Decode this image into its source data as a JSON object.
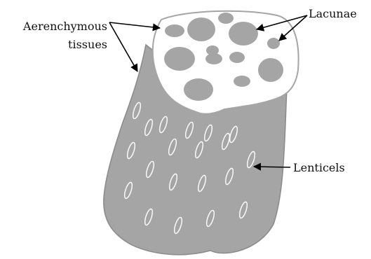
{
  "labels": {
    "aerenchyma_line1": "Aerenchymous",
    "aerenchyma_line2": "tissues",
    "lacunae": "Lacunae",
    "lenticels": "Lenticels"
  },
  "colors": {
    "tissue": "#a5a5a5",
    "outline": "#8a8a8a",
    "cut_surface": "#ffffff",
    "arrow": "#000000"
  }
}
